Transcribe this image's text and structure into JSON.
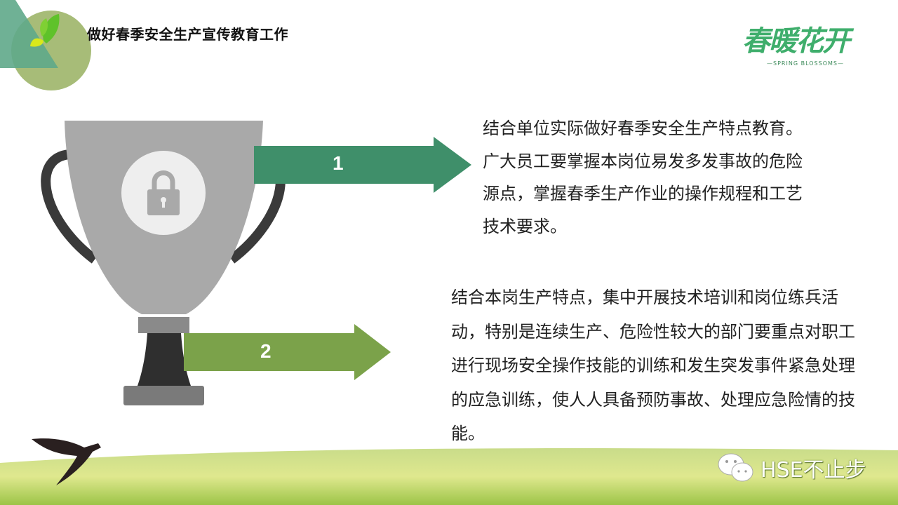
{
  "header": {
    "title": "做好春季安全生产宣传教育工作"
  },
  "logo": {
    "text_cn": "春暖花开",
    "text_en": "—SPRING BLOSSOMS—"
  },
  "arrows": [
    {
      "number": "1",
      "color": "#3f8f6a"
    },
    {
      "number": "2",
      "color": "#7ba24a"
    }
  ],
  "points": [
    {
      "text": "结合单位实际做好春季安全生产特点教育。广大员工要掌握本岗位易发多发事故的危险源点，掌握春季生产作业的操作规程和工艺技术要求。"
    },
    {
      "text": "结合本岗生产特点，集中开展技术培训和岗位练兵活动，特别是连续生产、危险性较大的部门要重点对职工进行现场安全操作技能的训练和发生突发事件紧急处理的应急训练，使人人具备预防事故、处理应急险情的技能。"
    }
  ],
  "footer": {
    "watermark": "HSE不止步"
  }
}
